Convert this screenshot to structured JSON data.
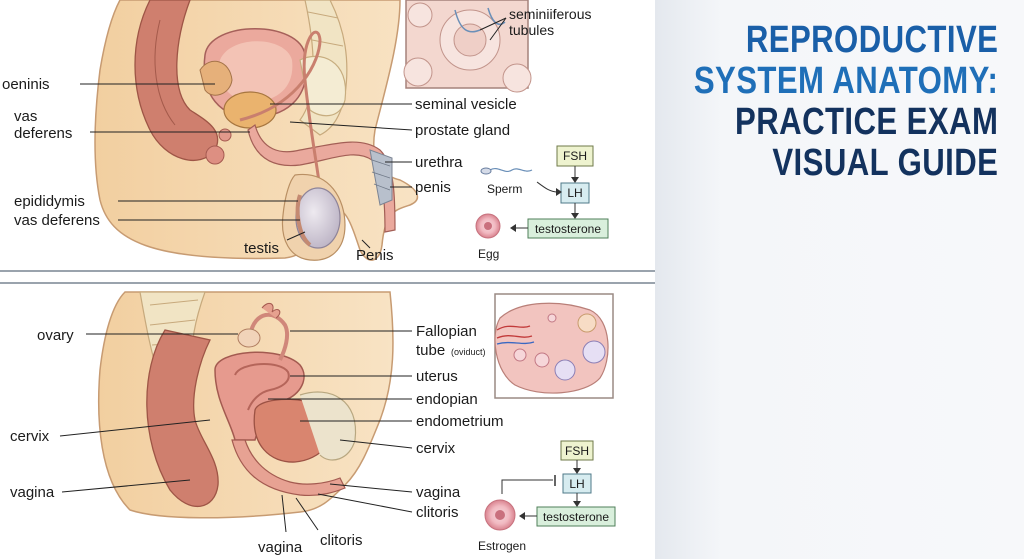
{
  "title": {
    "line1": "REPRODUCTIVE",
    "line2": "SYSTEM ANATOMY:",
    "line3": "PRACTICE EXAM",
    "line4": "VISUAL GUIDE"
  },
  "male": {
    "labels": {
      "oeninis": "oeninis",
      "vas_deferens_1": "vas",
      "vas_deferens_2": "deferens",
      "epididymis": "epididymis",
      "vas_deferens_lower": "vas deferens",
      "testis": "testis",
      "penis_bottom": "Penis",
      "seminal_vesicle": "seminal vesicle",
      "prostate_gland": "prostate gland",
      "urethra": "urethra",
      "penis_right": "penis",
      "seminiferous_1": "seminiiferous",
      "seminiferous_2": "tubules"
    },
    "hormones": {
      "fsh": "FSH",
      "lh": "LH",
      "testosterone": "testosterone",
      "sperm": "Sperm",
      "egg": "Egg"
    }
  },
  "female": {
    "labels": {
      "ovary": "ovary",
      "cervix_left": "cervix",
      "vagina_left": "vagina",
      "vagina_bottom": "vagina",
      "clitoris_bottom": "clitoris",
      "fallopian_1": "Fallopian",
      "fallopian_2": "tube",
      "oviduct": "(oviduct)",
      "uterus": "uterus",
      "endopian": "endopian",
      "endometrium": "endometrium",
      "cervix_right": "cervix",
      "vagina_right": "vagina",
      "clitoris_right": "clitoris"
    },
    "hormones": {
      "fsh": "FSH",
      "lh": "LH",
      "testosterone": "testosterone",
      "estrogen": "Estrogen"
    }
  },
  "colors": {
    "title_blue": "#1a5fa8",
    "title_navy": "#13325e",
    "fsh_box": "#eef3cf",
    "lh_box": "#d7ecf0",
    "testosterone_box": "#d9efdc",
    "tissue_pink": "#e8a49a",
    "skin": "#f6dcb5",
    "bone": "#f0e2bf"
  }
}
